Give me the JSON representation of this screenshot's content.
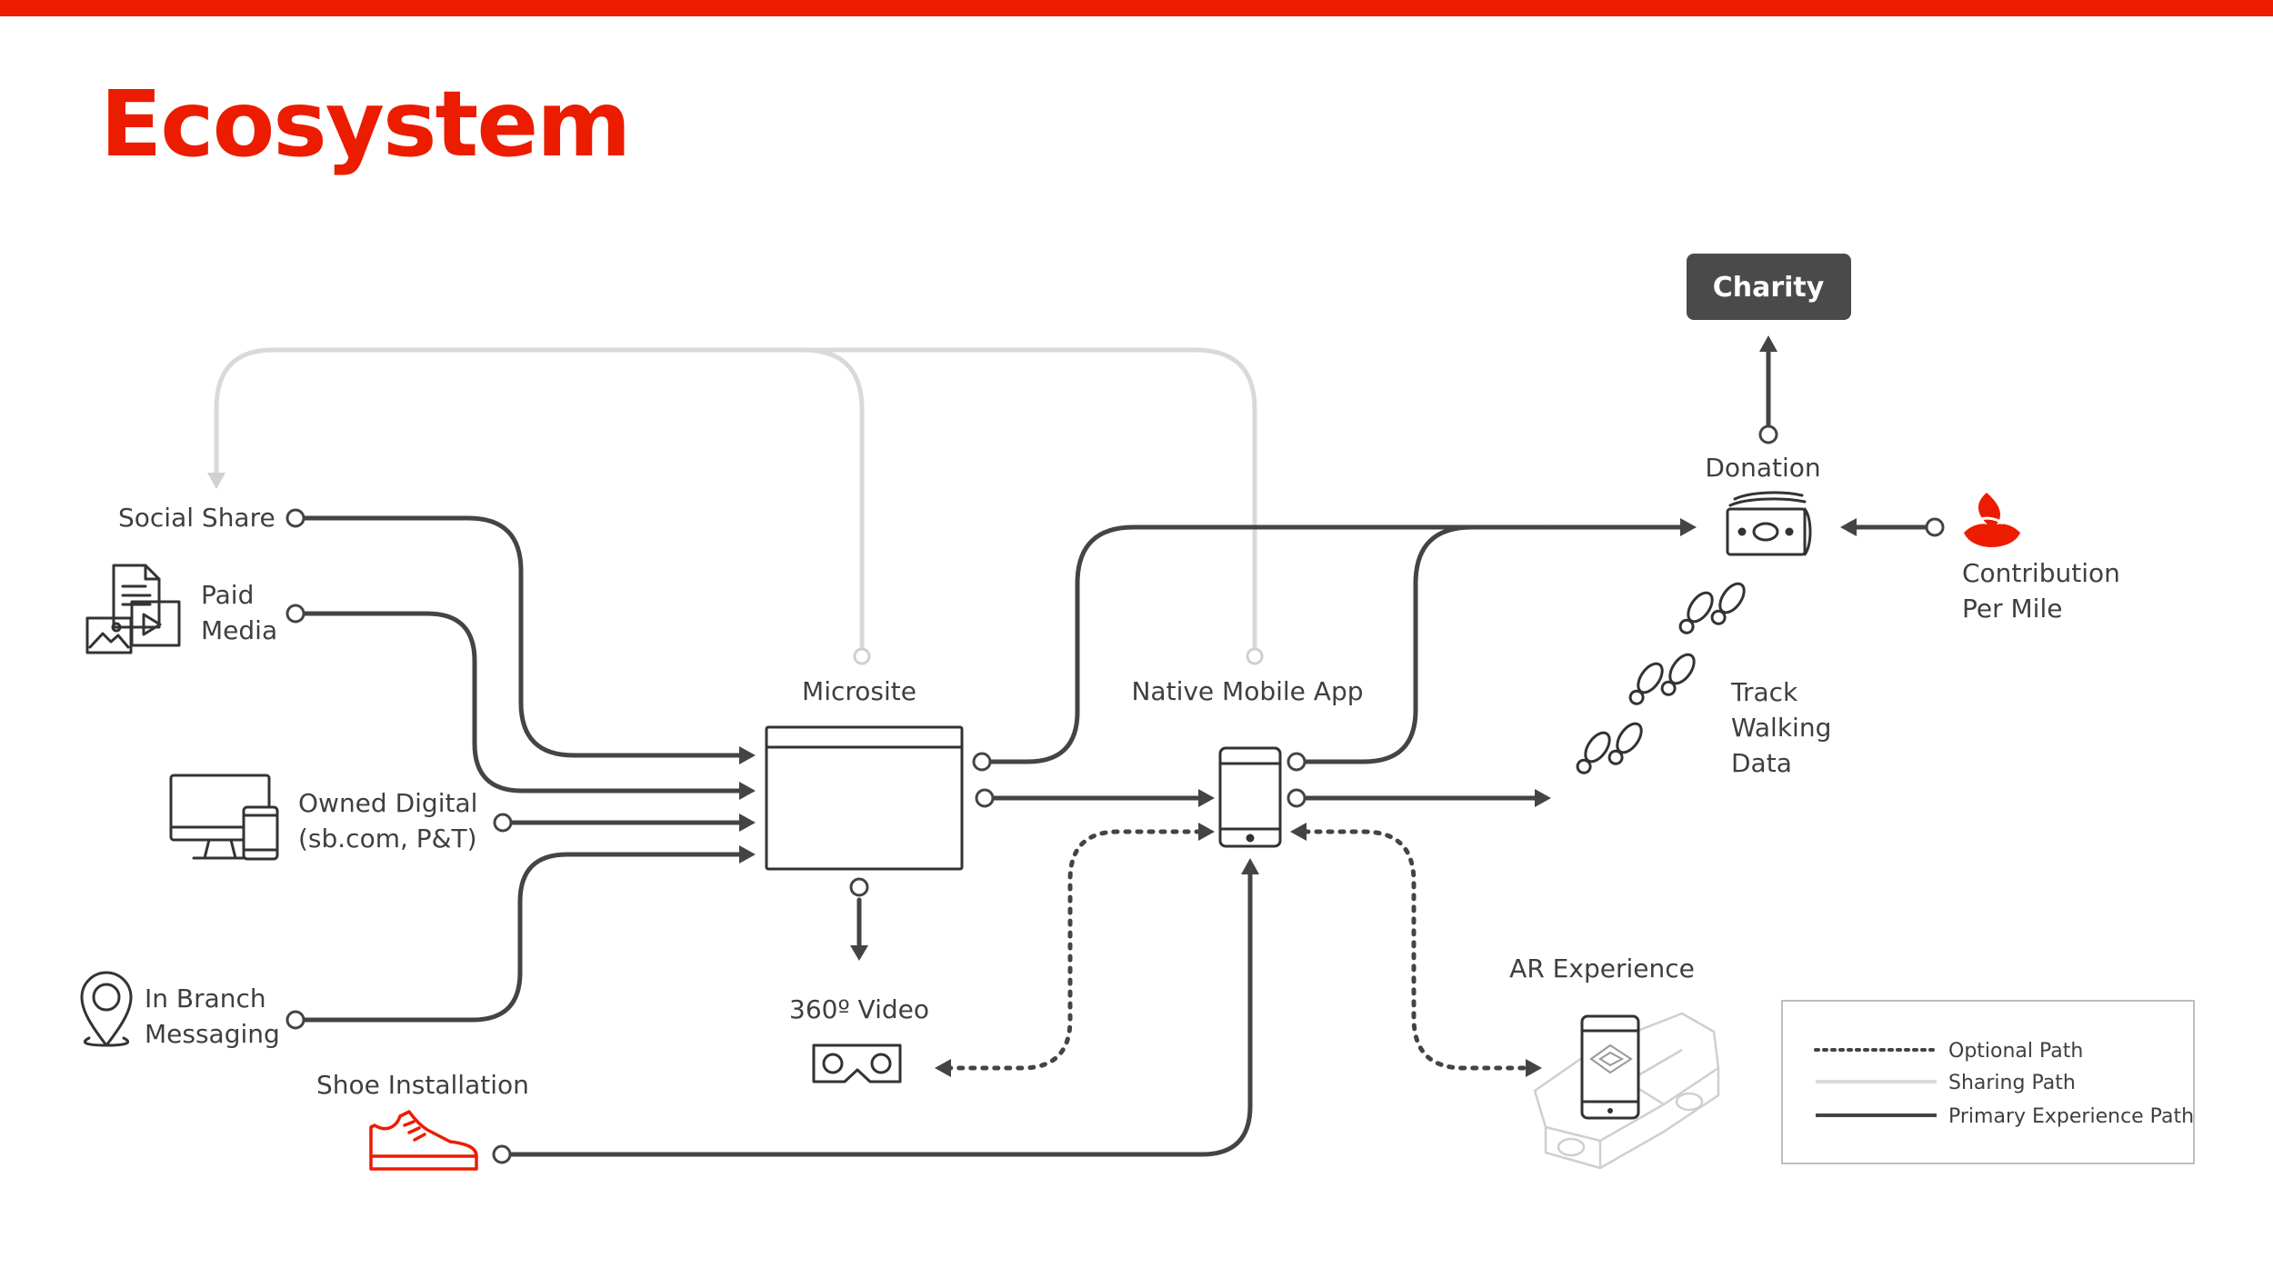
{
  "title": "Ecosystem",
  "nodes": {
    "charity": "Charity",
    "donation": "Donation",
    "contribution_line1": "Contribution",
    "contribution_line2": "Per Mile",
    "social_share": "Social Share",
    "paid_media_line1": "Paid",
    "paid_media_line2": "Media",
    "owned_digital_line1": "Owned Digital",
    "owned_digital_line2": "(sb.com, P&T)",
    "in_branch_line1": "In Branch",
    "in_branch_line2": "Messaging",
    "shoe_installation": "Shoe Installation",
    "microsite": "Microsite",
    "native_app": "Native Mobile App",
    "video_360": "360º Video",
    "track_line1": "Track",
    "track_line2": "Walking",
    "track_line3": "Data",
    "ar_experience": "AR Experience"
  },
  "legend": {
    "optional": "Optional Path",
    "sharing": "Sharing Path",
    "primary": "Primary Experience Path"
  },
  "colors": {
    "brand_red": "#ec1c00",
    "primary_path": "#444444",
    "sharing_path": "#d9d9d9",
    "charity_box": "#4a4a4a"
  },
  "icons": [
    "documents-media-icon",
    "monitor-phone-icon",
    "location-pin-icon",
    "sneaker-icon",
    "browser-window-icon",
    "smartphone-icon",
    "vr-goggles-icon",
    "money-bill-icon",
    "footprints-icon",
    "flame-logo-icon",
    "ar-car-phone-icon"
  ]
}
